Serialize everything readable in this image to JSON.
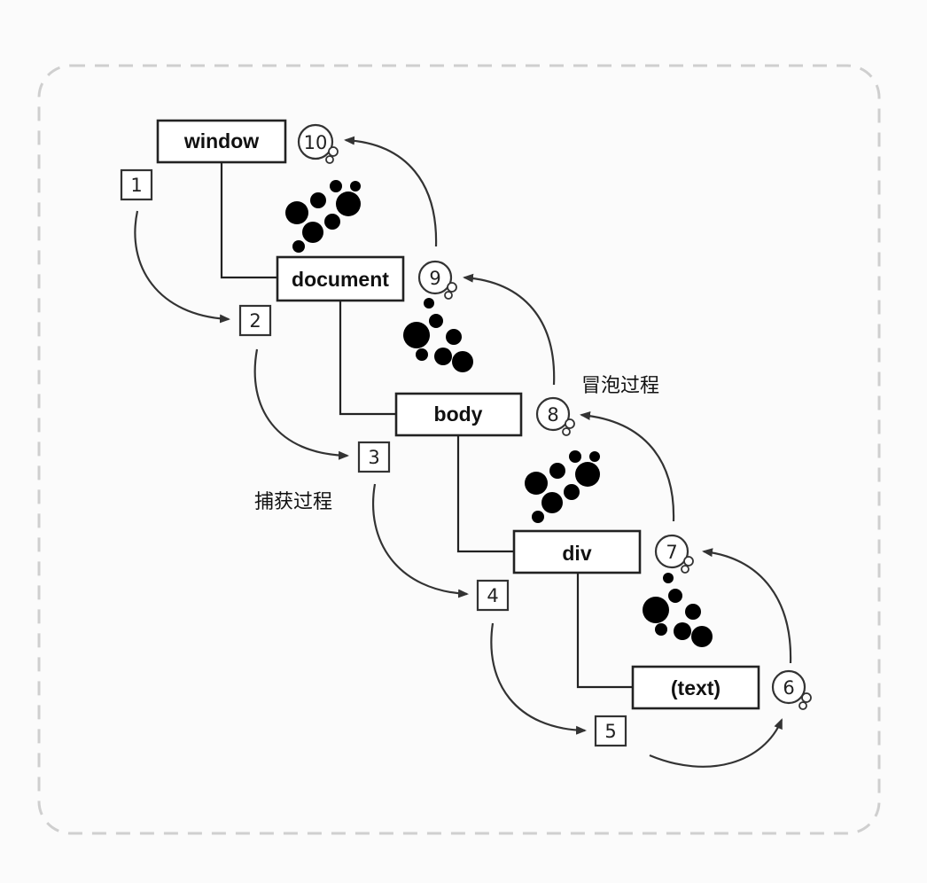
{
  "nodes": {
    "window": "window",
    "document": "document",
    "body": "body",
    "div": "div",
    "text": "(text)"
  },
  "capture_steps": [
    "1",
    "2",
    "3",
    "4",
    "5"
  ],
  "bubble_steps": [
    "6",
    "7",
    "8",
    "9",
    "10"
  ],
  "labels": {
    "capture_phase": "捕获过程",
    "bubble_phase": "冒泡过程"
  },
  "colors": {
    "line": "#222222",
    "frame": "#cfcfcf",
    "background": "#fbfbfb"
  }
}
